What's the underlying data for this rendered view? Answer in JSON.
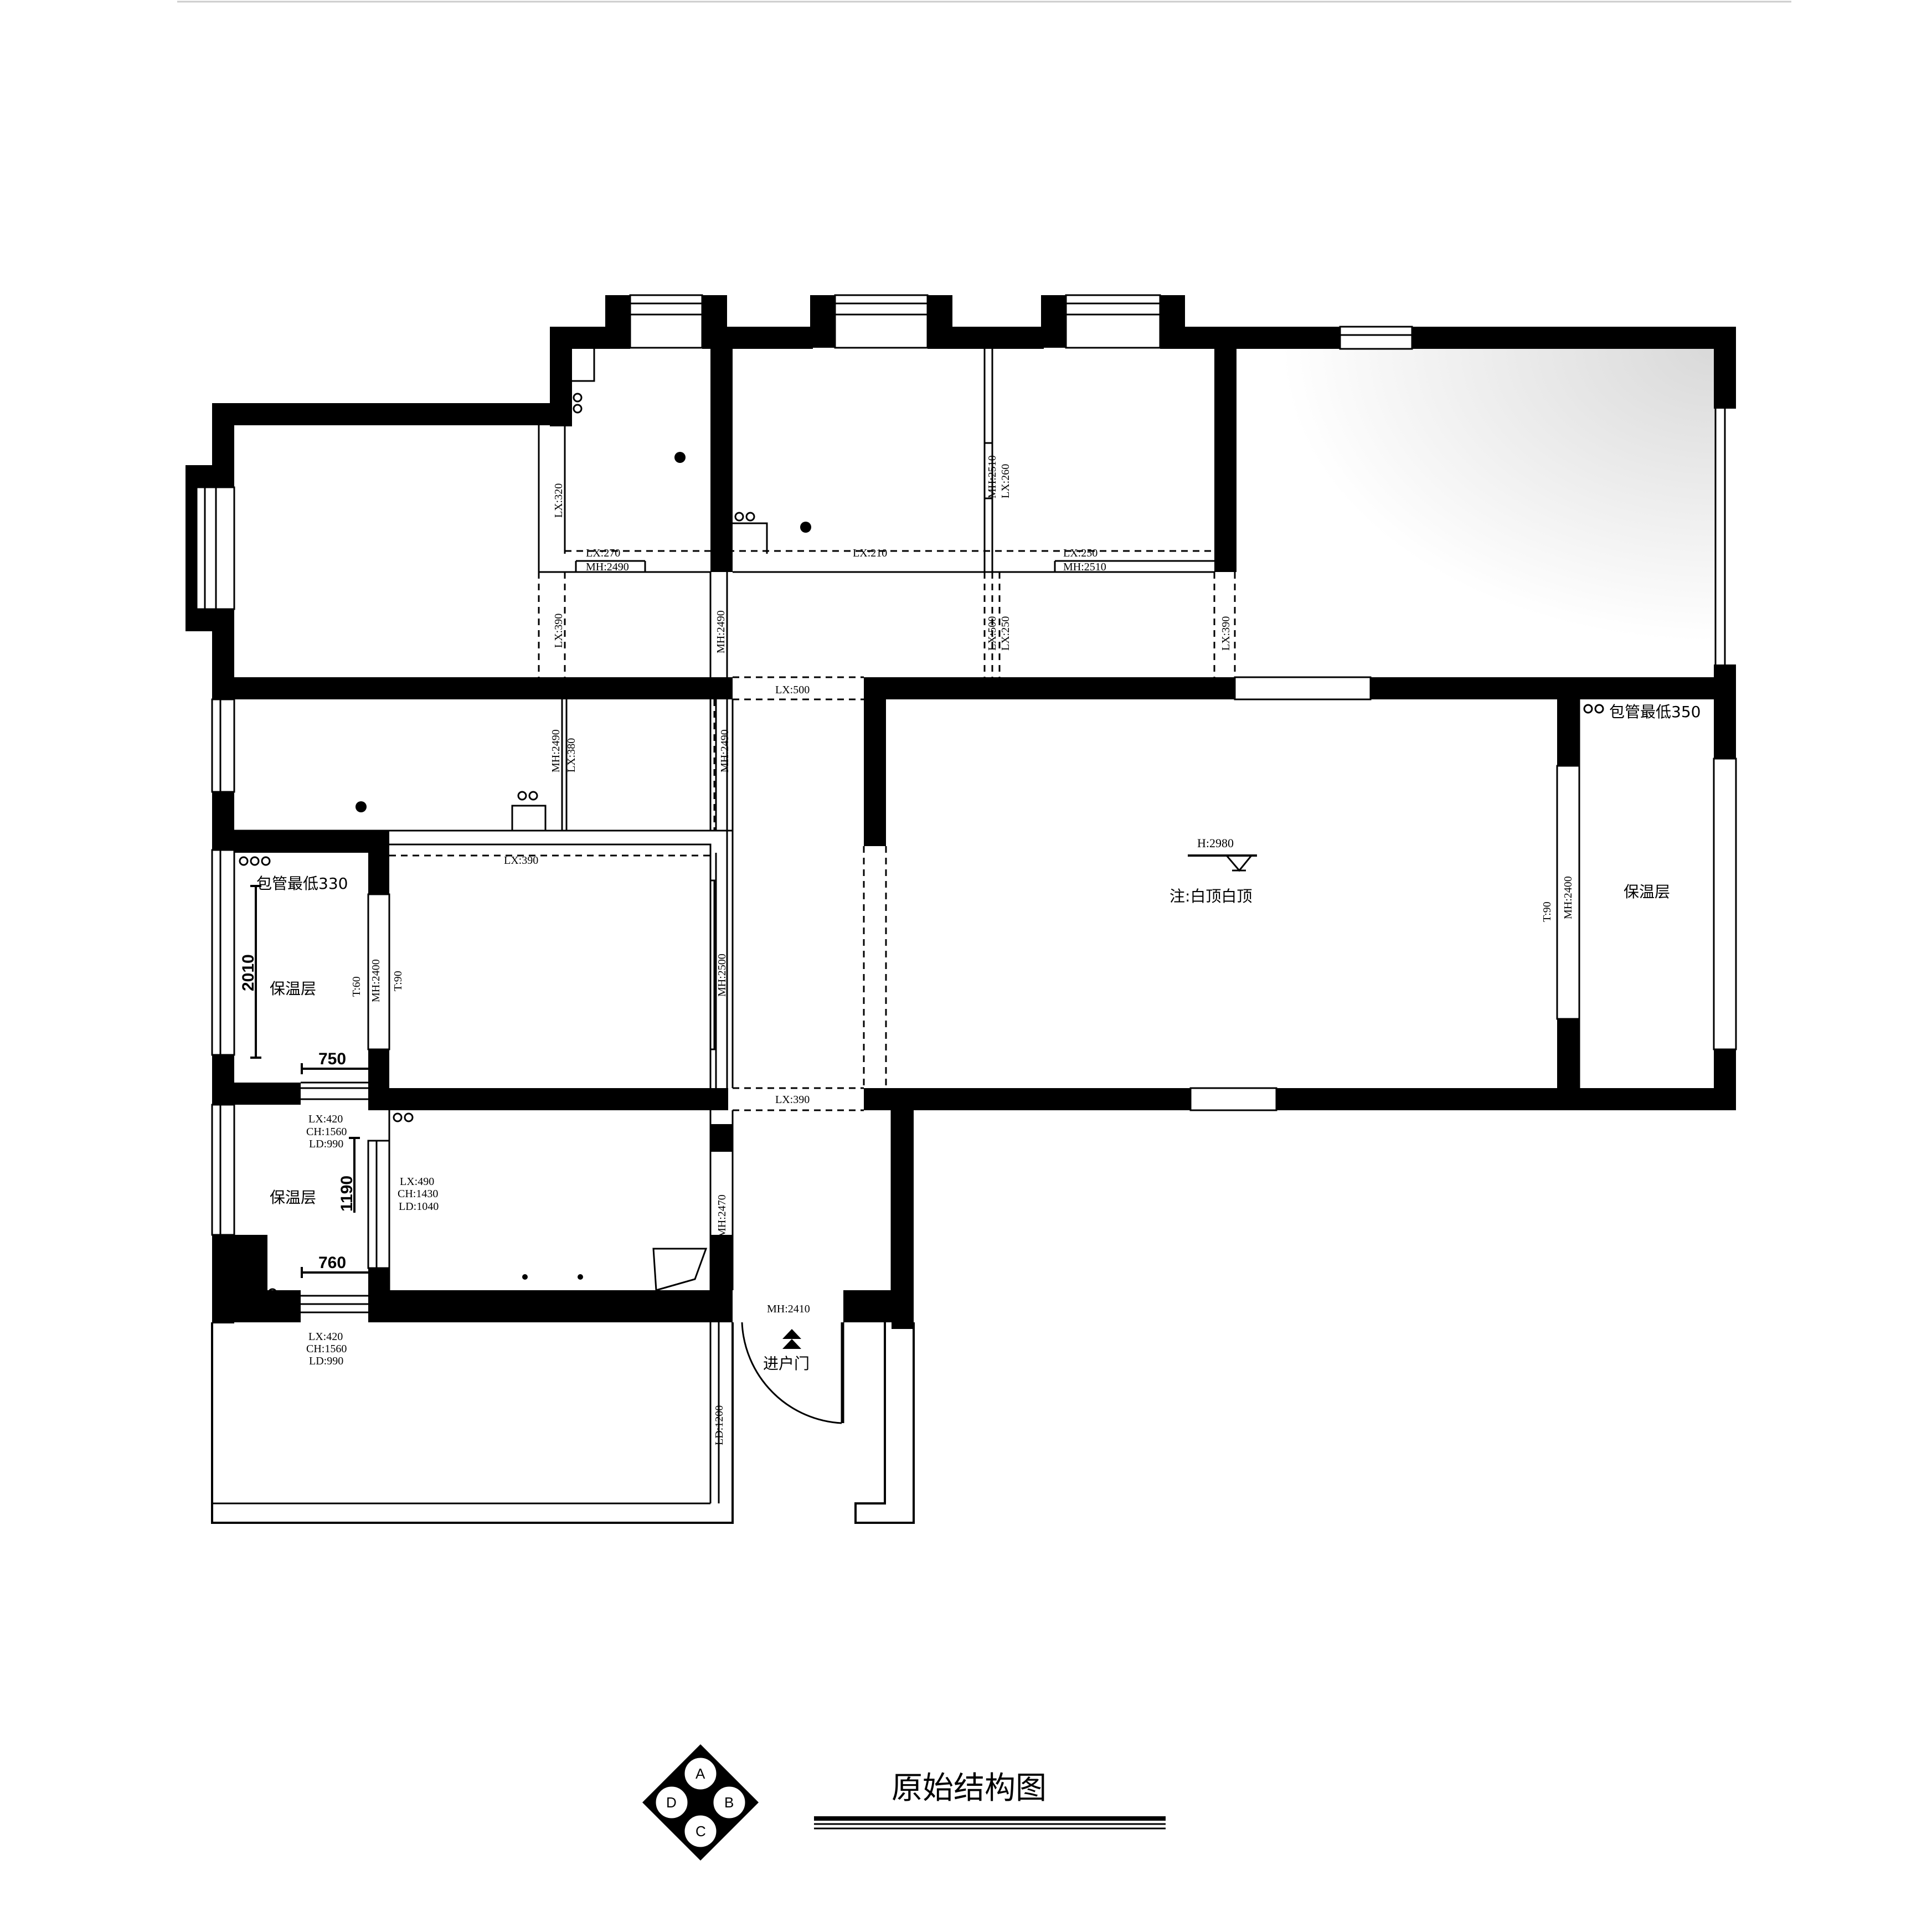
{
  "title": "原始结构图",
  "compass": {
    "a": "A",
    "b": "B",
    "c": "C",
    "d": "D"
  },
  "ceiling": {
    "height": "H:2980",
    "note": "注:白顶白顶"
  },
  "rooms": {
    "insulation_left_upper": "保温层",
    "insulation_left_lower": "保温层",
    "insulation_right": "保温层",
    "entry_door": "进户门"
  },
  "notes": {
    "pipe_min_330": "包管最低330",
    "pipe_min_350": "包管最低350"
  },
  "dimensions": {
    "d2010": "2010",
    "d750": "750",
    "d1190": "1190",
    "d760": "760"
  },
  "annotations": {
    "lx320": "LX:320",
    "lx270": "LX:270",
    "mh2490_a": "MH:2490",
    "lx210": "LX:210",
    "lx250": "LX:250",
    "mh2510_a": "MH:2510",
    "mh2510_v": "MH:2510",
    "lx260_v": "LX:260",
    "lx390_a": "LX:390",
    "mh2490_v": "MH:2490",
    "lx500_v": "LX:500",
    "lx250_v": "LX:250",
    "lx390_b": "LX:390",
    "lx500_h": "LX:500",
    "mh2490_b": "MH:2490",
    "lx380": "LX:380",
    "mh2490_c": "MH:2490",
    "lx390_c": "LX:390",
    "mh2400_a": "MH:2400",
    "t60": "T:60",
    "t90_a": "T:90",
    "mh2500": "MH:2500",
    "lx390_d": "LX:390",
    "t90_b": "T:90",
    "mh2400_b": "MH:2400",
    "win1_lx": "LX:420",
    "win1_ch": "CH:1560",
    "win1_ld": "LD:990",
    "win2_lx": "LX:490",
    "win2_ch": "CH:1430",
    "win2_ld": "LD:1040",
    "mh2470": "MH:2470",
    "mh2410": "MH:2410",
    "win3_lx": "LX:420",
    "win3_ch": "CH:1560",
    "win3_ld": "LD:990",
    "ld1200": "LD:1200"
  }
}
